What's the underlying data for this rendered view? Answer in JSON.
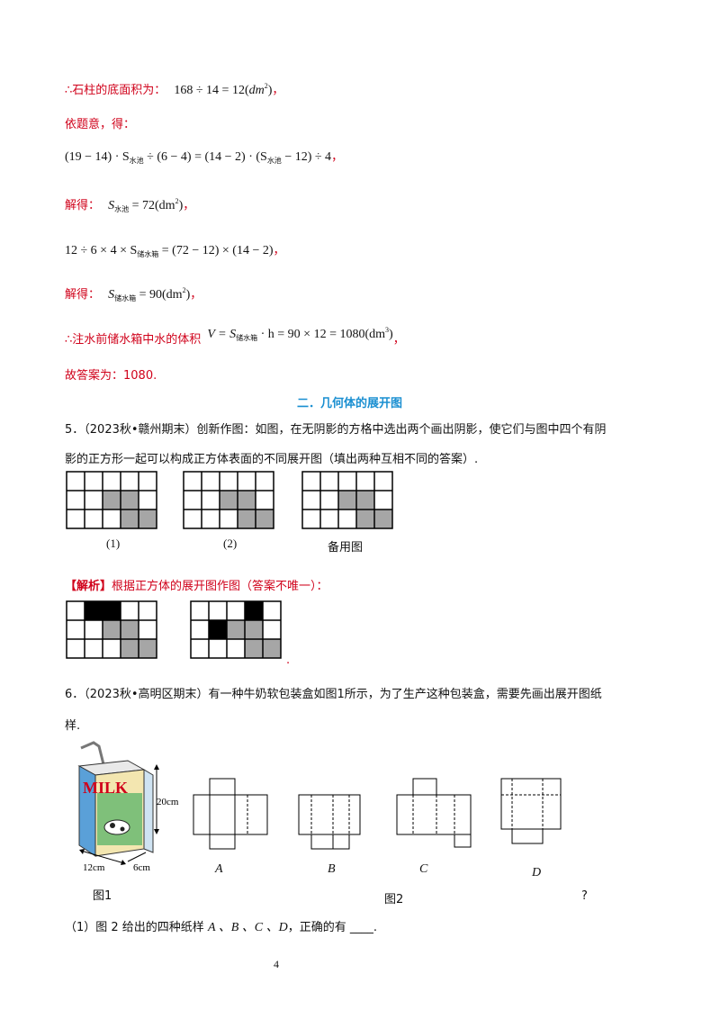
{
  "sol4": {
    "l1_label": "∴石柱的底面积为：",
    "l1_math_a": "168 ÷ 14 = 12(",
    "l1_math_b": "dm",
    "l1_math_c": "2",
    "l1_math_d": ")",
    "l1_end": "，",
    "l2": "依题意，得：",
    "l3_a": "(19 − 14) · S",
    "l3_sub1": "水池",
    "l3_b": " ÷ (6 − 4) = (14 − 2) · (S",
    "l3_sub2": "水池",
    "l3_c": " − 12) ÷ 4",
    "l3_end": "，",
    "l4_label": "解得：",
    "l4_a": "S",
    "l4_sub": "水池",
    "l4_b": " = 72(dm",
    "l4_sup": "2",
    "l4_c": ")",
    "l4_end": "，",
    "l5_a": "12 ÷ 6 × 4 × S",
    "l5_sub": "储水箱",
    "l5_b": " = (72 − 12) × (14 − 2)",
    "l5_end": "，",
    "l6_label": "解得：",
    "l6_a": "S",
    "l6_sub": "储水箱",
    "l6_b": " = 90(dm",
    "l6_sup": "2",
    "l6_c": ")",
    "l6_end": "，",
    "l7_label": "∴注水前储水箱中水的体积",
    "l7_a": "V = S",
    "l7_sub": "储水箱",
    "l7_b": " · h = 90 × 12 = 1080(dm",
    "l7_sup": "3",
    "l7_c": ")",
    "l7_end": "，",
    "l8": "故答案为：1080."
  },
  "section_title": "二．几何体的展开图",
  "q5": {
    "line1": "5．（2023秋•赣州期末）创新作图：如图，在无阴影的方格中选出两个画出阴影，使它们与图中四个有阴",
    "line2": "影的正方形一起可以构成正方体表面的不同展开图（填出两种互相不同的答案）.",
    "grid_labels": [
      "(1)",
      "(2)",
      "备用图"
    ],
    "analysis_tag": "【解析】",
    "analysis_text": "根据正方体的展开图作图（答案不唯一）：",
    "trail_dot": "."
  },
  "q6": {
    "line1": "6．（2023秋•高明区期末）有一种牛奶软包装盒如图1所示，为了生产这种包装盒，需要先画出展开图纸",
    "line2": "样.",
    "milk_text": "MILK",
    "dim_height": "20cm",
    "dim_length": "12cm",
    "dim_width": "6cm",
    "fig1_label": "图1",
    "fig2_label": "图2",
    "option_labels": [
      "A",
      "B",
      "C",
      "D"
    ],
    "question_mark": "?",
    "sub1_prefix": "（1）图 2 给出的四种纸样 ",
    "sub1_letters": "A 、B 、C 、D",
    "sub1_suffix": "，正确的有 ____."
  },
  "page_number": "4",
  "colors": {
    "red": "#d0021b",
    "blue": "#1a8fd1",
    "grid_gray": "#a6a6a6",
    "grid_black": "#000000"
  }
}
